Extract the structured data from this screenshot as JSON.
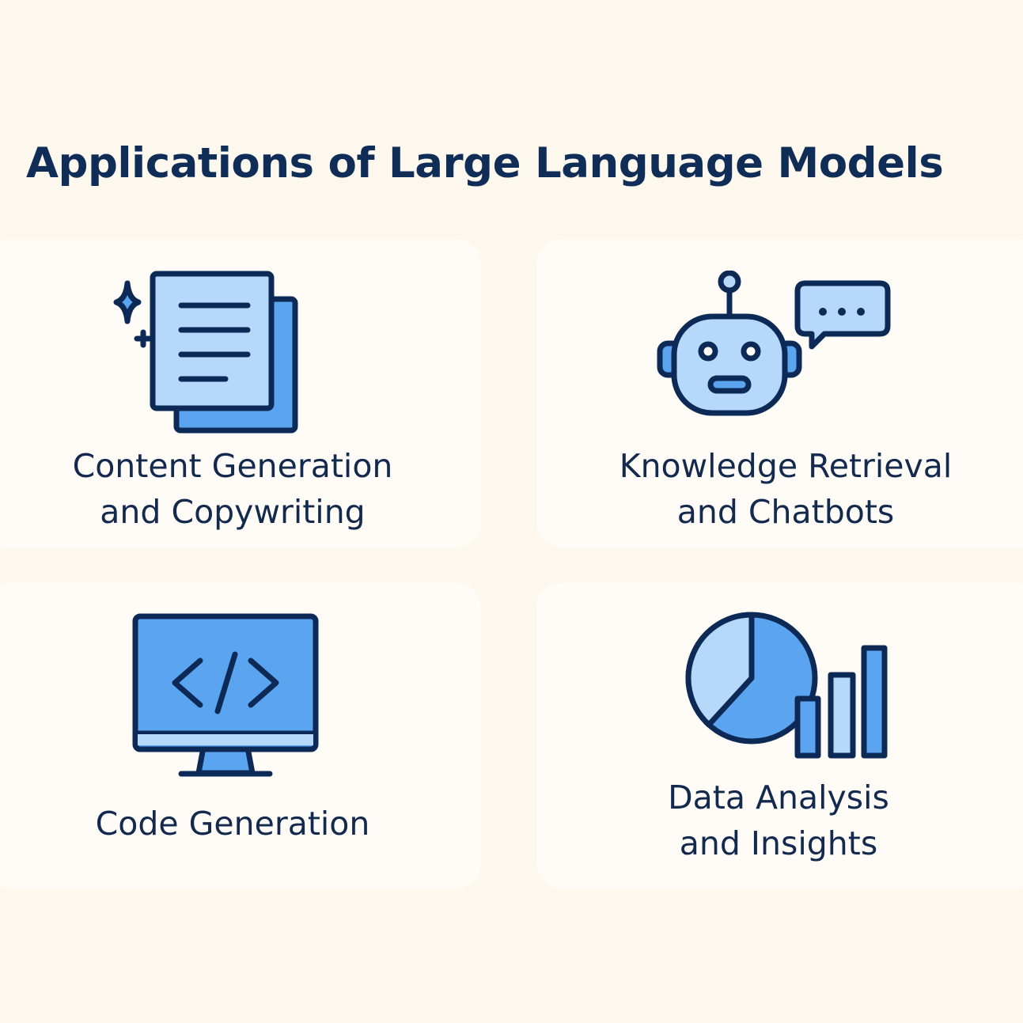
{
  "title": "Applications of Large Language Models",
  "colors": {
    "dark": "#0d2a57",
    "light": "#b6d9fb",
    "mid": "#5ba4ef",
    "background": "#fdf8ee",
    "card": "#fffcf7"
  },
  "cards": [
    {
      "icon": "document-sparkle-icon",
      "line1": "Content Generation",
      "line2": "and Copywriting"
    },
    {
      "icon": "robot-chat-icon",
      "line1": "Knowledge Retrieval",
      "line2": "and Chatbots"
    },
    {
      "icon": "code-monitor-icon",
      "line1": "Code Generation"
    },
    {
      "icon": "pie-bar-chart-icon",
      "line1": "Data Analysis",
      "line2": "and Insights"
    }
  ]
}
